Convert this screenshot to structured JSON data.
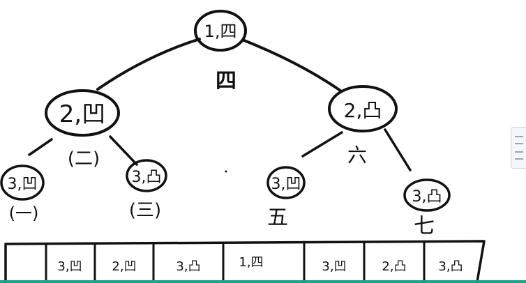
{
  "tree": {
    "root": {
      "label": "1,四",
      "order": "四"
    },
    "left": {
      "label": "2,凹",
      "order": "(二)"
    },
    "right": {
      "label": "2,凸",
      "order": "六"
    },
    "left_left": {
      "label": "3,凹",
      "order": "(一)"
    },
    "left_right": {
      "label": "3,凸",
      "order": "(三)"
    },
    "right_left": {
      "label": "3,凹",
      "order": "五"
    },
    "right_right": {
      "label": "3,凸",
      "order": "七"
    }
  },
  "array": {
    "cells": [
      "",
      "3,凹",
      "2,凹",
      "3,凸",
      "1,四",
      "3,凹",
      "2,凸",
      "3,凸"
    ]
  },
  "colors": {
    "ink": "#111111",
    "accent_bar": "#1aa58a"
  }
}
